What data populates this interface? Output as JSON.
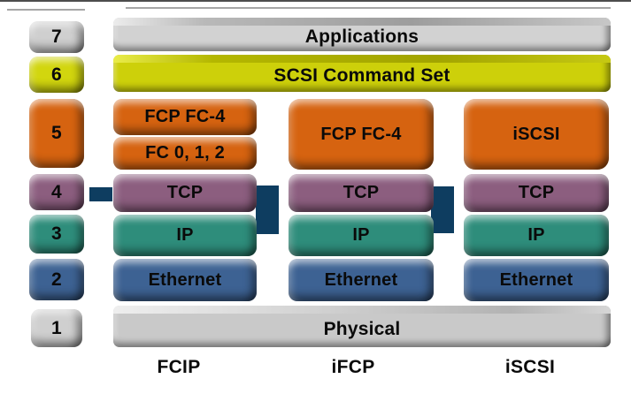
{
  "palette": {
    "gray": "#cfcfcf",
    "yellow": "#d2d60e",
    "orange": "#d66310",
    "purple": "#8c5e7f",
    "teal": "#2e8d7b",
    "blue": "#3d6293",
    "navy_connector": "#0e3d60",
    "text": "#0a0a0a",
    "background": "#ffffff"
  },
  "osi_numbers": [
    {
      "label": "7"
    },
    {
      "label": "6"
    },
    {
      "label": "5"
    },
    {
      "label": "4"
    },
    {
      "label": "3"
    },
    {
      "label": "2"
    },
    {
      "label": "1"
    }
  ],
  "bars": {
    "applications": "Applications",
    "scsi_command_set": "SCSI Command Set",
    "physical": "Physical"
  },
  "columns": [
    {
      "name": "FCIP",
      "layer5_top": "FCP FC-4",
      "layer5_bottom": "FC 0, 1, 2",
      "layer4": "TCP",
      "layer3": "IP",
      "layer2": "Ethernet"
    },
    {
      "name": "iFCP",
      "layer5": "FCP FC-4",
      "layer4": "TCP",
      "layer3": "IP",
      "layer2": "Ethernet"
    },
    {
      "name": "iSCSI",
      "layer5": "iSCSI",
      "layer4": "TCP",
      "layer3": "IP",
      "layer2": "Ethernet"
    }
  ]
}
